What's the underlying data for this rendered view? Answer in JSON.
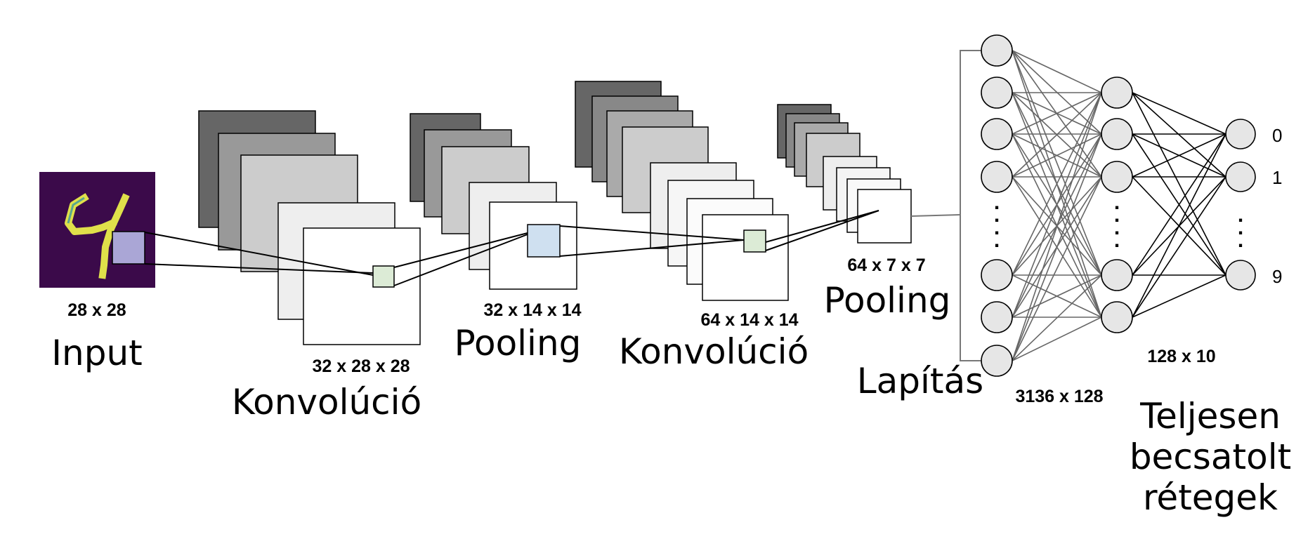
{
  "colors": {
    "input_bg": "#3b0a4a",
    "digit": "#dfe04a",
    "digit_mid": "#5aa68f",
    "kernel_input": "#aaa6d6",
    "kernel_conv": "#dcebd6",
    "kernel_pool": "#cfe0f0",
    "neuron": "#e6e6e6"
  },
  "stages": {
    "input": {
      "label": "Input",
      "dims": "28 x 28"
    },
    "conv1": {
      "label": "Konvolúció",
      "dims": "32 x 28 x 28"
    },
    "pool1": {
      "label": "Pooling",
      "dims": "32 x 14 x 14"
    },
    "conv2": {
      "label": "Konvolúció",
      "dims": "64 x 14 x 14"
    },
    "pool2": {
      "label": "Pooling",
      "dims": "64 x 7 x 7"
    },
    "flatten": {
      "label": "Lapítás"
    },
    "dense": {
      "label_lines": [
        "Teljesen",
        "becsatolt",
        "rétegek"
      ],
      "dims1": "3136 x 128",
      "dims2": "128 x 10"
    }
  },
  "outputs": {
    "first": "0",
    "second": "1",
    "last": "9"
  }
}
